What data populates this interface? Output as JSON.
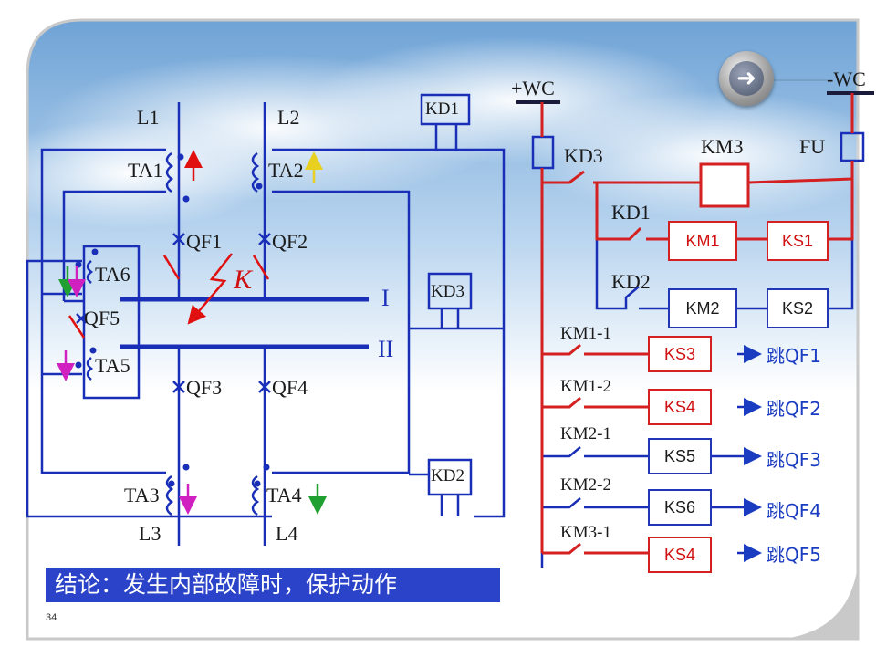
{
  "slide": {
    "page_number": "34",
    "conclusion": "结论：发生内部故障时，保护动作"
  },
  "left_circuit": {
    "lines": [
      "L1",
      "L2",
      "L3",
      "L4"
    ],
    "current_transformers": [
      "TA1",
      "TA2",
      "TA3",
      "TA4",
      "TA5",
      "TA6"
    ],
    "breakers": [
      "QF1",
      "QF2",
      "QF3",
      "QF4",
      "QF5"
    ],
    "relays": [
      "KD1",
      "KD3",
      "KD2"
    ],
    "fault_label": "K",
    "bus_labels": [
      "I",
      "II"
    ]
  },
  "right_circuit": {
    "supply_positive": "+WC",
    "supply_negative": "-WC",
    "fuse": "FU",
    "contacts": [
      "KD3",
      "KD1",
      "KD2"
    ],
    "coils": [
      "KM3",
      "KM1",
      "KS1",
      "KM2",
      "KS2"
    ],
    "trip_contacts": [
      "KM1-1",
      "KM1-2",
      "KM2-1",
      "KM2-2",
      "KM3-1"
    ],
    "signal_relays": [
      "KS3",
      "KS4",
      "KS5",
      "KS6",
      "KS4"
    ],
    "trip_targets": [
      "跳QF1",
      "跳QF2",
      "跳QF3",
      "跳QF4",
      "跳QF5"
    ]
  },
  "colors": {
    "wire": "#1a2fb8",
    "active": "#d42020",
    "conclusion_bg": "#2a43c8"
  }
}
